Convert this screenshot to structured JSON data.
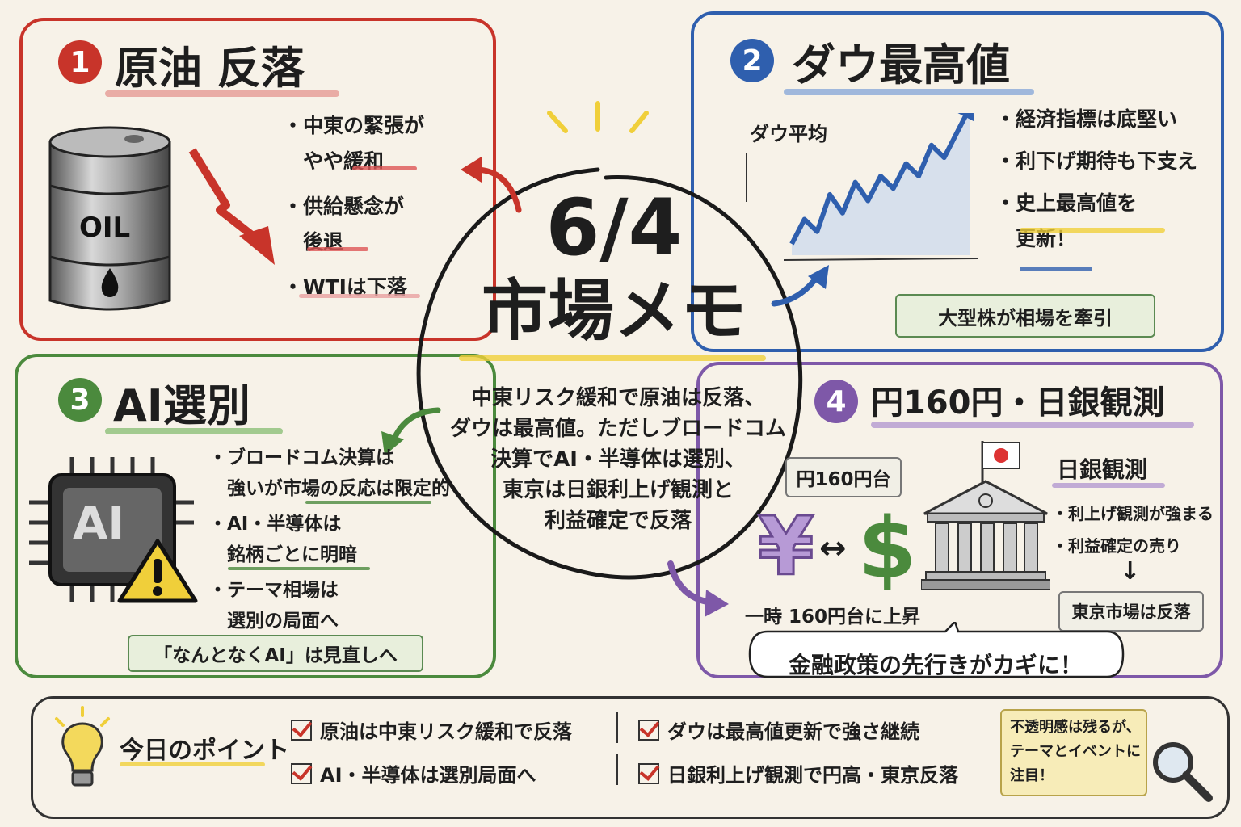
{
  "center": {
    "date": "6/4",
    "title": "市場メモ",
    "summary": [
      "中東リスク緩和で原油は反落、",
      "ダウは最高値。ただしブロードコム",
      "決算でAI・半導体は選別、",
      "東京は日銀利上げ観測と",
      "利益確定で反落"
    ]
  },
  "panel1": {
    "number": "1",
    "title": "原油 反落",
    "barrel_label": "OIL",
    "bullets": [
      [
        "・中東の緊張が",
        "　やや緩和"
      ],
      [
        "・供給懸念が",
        "　後退"
      ],
      [
        "・WTIは下落"
      ]
    ]
  },
  "panel2": {
    "number": "2",
    "title": "ダウ最高値",
    "chart_label": "ダウ平均",
    "bullets": [
      [
        "・経済指標は底堅い"
      ],
      [
        "・利下げ期待も下支え"
      ],
      [
        "・史上最高値を",
        "　更新！"
      ]
    ],
    "box": "大型株が相場を牽引"
  },
  "panel3": {
    "number": "3",
    "title": "AI選別",
    "chip_label": "AI",
    "bullets": [
      [
        "・ブロードコム決算は",
        "　強いが市場の反応は限定的"
      ],
      [
        "・AI・半導体は",
        "　銘柄ごとに明暗"
      ],
      [
        "・テーマ相場は",
        "　選別の局面へ"
      ]
    ],
    "box": "「なんとなくAI」は見直しへ"
  },
  "panel4": {
    "number": "4",
    "title": "円160円・日銀観測",
    "yen_box": "円160円台",
    "yen_symbol": "¥",
    "arrow_symbol": "↔",
    "dollar_symbol": "$",
    "yen_note": "一時 160円台に上昇",
    "boj_title": "日銀観測",
    "boj_bullets": [
      "・利上げ観測が強まる",
      "・利益確定の売り"
    ],
    "down_arrow": "↓",
    "tokyo_box": "東京市場は反落",
    "bubble": "金融政策の先行きがカギに！"
  },
  "footer": {
    "label": "今日のポイント",
    "points": [
      "原油は中東リスク緩和で反落",
      "ダウは最高値更新で強さ継続",
      "AI・半導体は選別局面へ",
      "日銀利上げ観測で円高・東京反落"
    ],
    "note": [
      "不透明感は残るが、",
      "テーマとイベントに",
      "注目！"
    ]
  },
  "colors": {
    "red": "#c8342a",
    "blue": "#2f5fae",
    "green": "#4b8a3d",
    "purple": "#7e58a8",
    "yellow": "#f0cf3a"
  },
  "chart_data": {
    "type": "line",
    "x": [
      1,
      2,
      3,
      4,
      5,
      6,
      7,
      8,
      9,
      10,
      11,
      12,
      13,
      14,
      15
    ],
    "values": [
      1,
      3,
      2,
      5,
      3.5,
      6,
      4.5,
      6.5,
      5.5,
      7.5,
      6.5,
      9,
      8,
      10,
      12
    ],
    "title": "ダウ平均"
  }
}
